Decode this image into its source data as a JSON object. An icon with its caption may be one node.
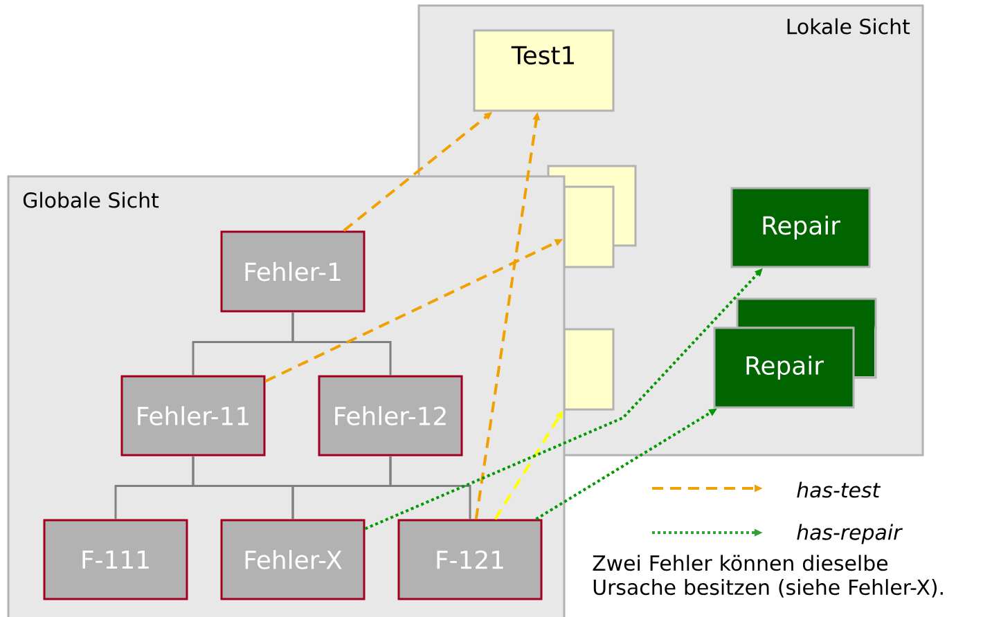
{
  "diagram": {
    "nodes": [
      {
        "text": [
          "Lokale Sicht"
        ]
      },
      {
        "text": [
          "Test1"
        ],
        "in": 0
      },
      {
        "text": [],
        "shape": "box",
        "in": 0
      },
      {
        "text": [],
        "shape": "box",
        "in": 0
      },
      {
        "text": [],
        "shape": "box",
        "in": 0
      },
      {
        "text": [
          "Repair"
        ],
        "in": 0
      },
      {
        "text": [],
        "shape": "box",
        "in": 0
      },
      {
        "text": [
          "Repair"
        ],
        "in": 0
      },
      {
        "text": [
          "Globale Sicht"
        ]
      },
      {
        "text": [
          "Fehler-1"
        ],
        "in": 8
      },
      {
        "text": [
          "Fehler-11"
        ],
        "in": 8
      },
      {
        "text": [
          "Fehler-12"
        ],
        "in": 8
      },
      {
        "text": [
          "F-111"
        ],
        "in": 8
      },
      {
        "text": [
          "Fehler-X"
        ],
        "in": 8
      },
      {
        "text": [
          "F-121"
        ],
        "in": 8
      }
    ],
    "edges": [
      {
        "from": 9,
        "to": 10,
        "arrow": "none"
      },
      {
        "from": 9,
        "to": 11,
        "arrow": "none"
      },
      {
        "from": 10,
        "to": 12,
        "arrow": "none"
      },
      {
        "from": 10,
        "to": 13,
        "arrow": "none"
      },
      {
        "from": 11,
        "to": 13,
        "arrow": "none"
      },
      {
        "from": 11,
        "to": 14,
        "arrow": "none"
      },
      {
        "from": 9,
        "to": 1,
        "arrow": "to",
        "style": "dashed",
        "color": "#f0a000"
      },
      {
        "from": 10,
        "to": 3,
        "arrow": "to",
        "style": "dashed",
        "color": "#f0a000"
      },
      {
        "from": 14,
        "to": 1,
        "arrow": "to",
        "style": "dashed",
        "color": "#f0a000"
      },
      {
        "from": 14,
        "to": 4,
        "arrow": "to",
        "style": "dashed",
        "color": "#ffff00"
      },
      {
        "from": 13,
        "to": 5,
        "arrow": "to",
        "style": "dashed",
        "color": "#009900"
      },
      {
        "from": 14,
        "to": 7,
        "arrow": "to",
        "style": "dashed",
        "color": "#009900"
      }
    ],
    "labels": [
      "Zwei Fehler können dieselbe Ursache besitzen (siehe Fehler-X)."
    ],
    "legend": [
      {
        "text": "has-test"
      },
      {
        "text": "has-repair"
      }
    ]
  }
}
